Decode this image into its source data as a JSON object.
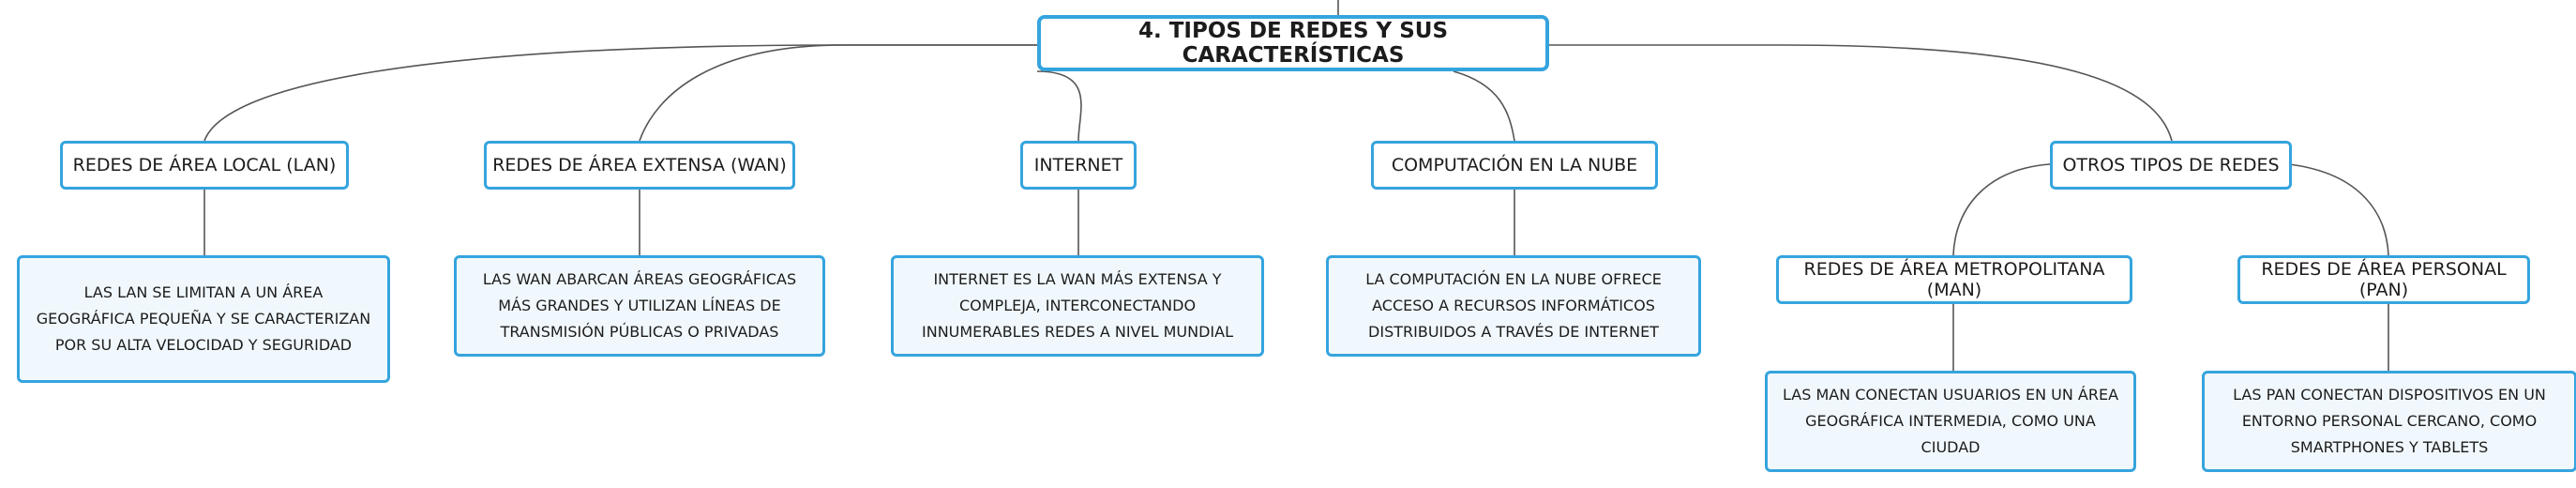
{
  "root": {
    "label": "4. TIPOS DE REDES Y SUS CARACTERÍSTICAS"
  },
  "branches": [
    {
      "label": "REDES DE ÁREA LOCAL (LAN)",
      "note": "LAS LAN SE LIMITAN A UN ÁREA GEOGRÁFICA PEQUEÑA Y SE CARACTERIZAN POR SU ALTA VELOCIDAD Y SEGURIDAD"
    },
    {
      "label": "REDES DE ÁREA EXTENSA (WAN)",
      "note": "LAS WAN ABARCAN ÁREAS GEOGRÁFICAS MÁS GRANDES Y UTILIZAN LÍNEAS DE TRANSMISIÓN PÚBLICAS O PRIVADAS"
    },
    {
      "label": "INTERNET",
      "note": "INTERNET ES LA WAN MÁS EXTENSA Y COMPLEJA, INTERCONECTANDO INNUMERABLES REDES A NIVEL MUNDIAL"
    },
    {
      "label": "COMPUTACIÓN EN LA NUBE",
      "note": "LA COMPUTACIÓN EN LA NUBE OFRECE ACCESO A RECURSOS INFORMÁTICOS DISTRIBUIDOS A TRAVÉS DE INTERNET"
    },
    {
      "label": "OTROS TIPOS DE REDES",
      "children": [
        {
          "label": "REDES DE ÁREA METROPOLITANA (MAN)",
          "note": "LAS MAN CONECTAN USUARIOS EN UN ÁREA GEOGRÁFICA INTERMEDIA, COMO UNA CIUDAD"
        },
        {
          "label": "REDES DE ÁREA PERSONAL (PAN)",
          "note": "LAS PAN CONECTAN DISPOSITIVOS EN UN ENTORNO PERSONAL CERCANO, COMO SMARTPHONES Y TABLETS"
        }
      ]
    }
  ],
  "colors": {
    "border": "#35a4de",
    "connector": "#555555",
    "leaf_fill": "#f1f8fd"
  }
}
